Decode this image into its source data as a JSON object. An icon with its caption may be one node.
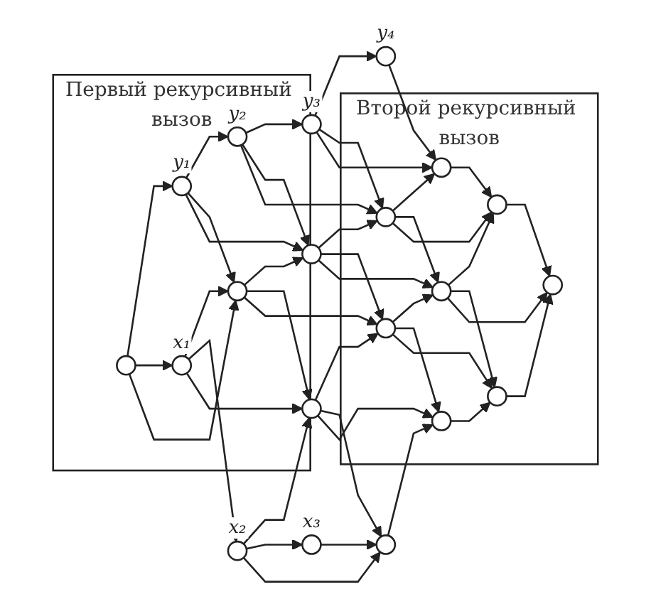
{
  "diagram": {
    "nodes": [
      {
        "text": [
          "Второй рекурсивный вызов"
        ]
      },
      {
        "text": [],
        "shape": "circle",
        "beside": [
          "x₃"
        ]
      },
      {
        "text": [],
        "shape": "circle"
      },
      {
        "text": [],
        "shape": "circle",
        "in": 0
      },
      {
        "text": [],
        "shape": "circle",
        "in": 0
      },
      {
        "text": [],
        "shape": "circle",
        "in": 0
      },
      {
        "text": [],
        "shape": "circle",
        "beside": [
          "x₂"
        ]
      },
      {
        "text": [],
        "shape": "circle"
      },
      {
        "text": [],
        "shape": "circle",
        "in": 0
      },
      {
        "text": [],
        "shape": "circle",
        "in": 0
      },
      {
        "text": [],
        "shape": "circle",
        "in": 0
      },
      {
        "text": [
          "Первый рекурсивный вызов"
        ]
      },
      {
        "text": [],
        "shape": "circle",
        "beside": [
          "x₁"
        ],
        "in": 11
      },
      {
        "text": [],
        "shape": "circle",
        "in": 11
      },
      {
        "text": [],
        "shape": "circle"
      },
      {
        "text": [],
        "shape": "circle",
        "in": 0
      },
      {
        "text": [],
        "shape": "circle",
        "in": 0
      },
      {
        "text": [],
        "shape": "circle",
        "in": 11
      },
      {
        "text": [],
        "shape": "circle",
        "beside": [
          "y₁"
        ],
        "in": 11
      },
      {
        "text": [],
        "shape": "circle",
        "beside": [
          "y₂"
        ],
        "in": 11
      },
      {
        "text": [],
        "shape": "circle",
        "beside": [
          "y₃"
        ]
      },
      {
        "text": [],
        "shape": "circle",
        "beside": [
          "y₄"
        ]
      }
    ],
    "edges": [
      {
        "from": 1,
        "to": 2,
        "arrow": "to"
      },
      {
        "from": 2,
        "to": 3,
        "arrow": "to"
      },
      {
        "from": 3,
        "to": 4,
        "arrow": "to"
      },
      {
        "from": 4,
        "to": 5,
        "arrow": "to"
      },
      {
        "from": 6,
        "to": 7,
        "arrow": "to"
      },
      {
        "from": 7,
        "to": 8,
        "arrow": "to"
      },
      {
        "from": 8,
        "to": 9,
        "arrow": "to"
      },
      {
        "from": 9,
        "to": 10,
        "arrow": "to"
      },
      {
        "from": 12,
        "to": 13,
        "arrow": "to"
      },
      {
        "from": 13,
        "to": 14,
        "arrow": "to"
      },
      {
        "from": 14,
        "to": 15,
        "arrow": "to"
      },
      {
        "from": 15,
        "to": 16,
        "arrow": "to"
      },
      {
        "from": 17,
        "to": 18,
        "arrow": "to"
      },
      {
        "from": 18,
        "to": 19,
        "arrow": "to"
      },
      {
        "from": 19,
        "to": 20,
        "arrow": "to"
      },
      {
        "from": 20,
        "to": 21,
        "arrow": "to"
      },
      {
        "from": 6,
        "to": 1,
        "arrow": "to"
      },
      {
        "from": 7,
        "to": 2,
        "arrow": "to"
      },
      {
        "from": 8,
        "to": 3,
        "arrow": "to"
      },
      {
        "from": 9,
        "to": 4,
        "arrow": "to"
      },
      {
        "from": 10,
        "to": 5,
        "arrow": "to"
      },
      {
        "from": 12,
        "to": 6,
        "arrow": "to"
      },
      {
        "from": 13,
        "to": 7,
        "arrow": "to"
      },
      {
        "from": 14,
        "to": 8,
        "arrow": "to"
      },
      {
        "from": 15,
        "to": 9,
        "arrow": "to"
      },
      {
        "from": 16,
        "to": 10,
        "arrow": "to"
      },
      {
        "from": 17,
        "to": 12,
        "arrow": "to"
      },
      {
        "from": 18,
        "to": 13,
        "arrow": "to"
      },
      {
        "from": 19,
        "to": 14,
        "arrow": "to"
      },
      {
        "from": 20,
        "to": 15,
        "arrow": "to"
      },
      {
        "from": 21,
        "to": 16,
        "arrow": "to"
      },
      {
        "from": 6,
        "to": 2,
        "arrow": "to"
      },
      {
        "from": 7,
        "to": 3,
        "arrow": "to"
      },
      {
        "from": 8,
        "to": 4,
        "arrow": "to"
      },
      {
        "from": 9,
        "to": 5,
        "arrow": "to"
      },
      {
        "from": 12,
        "to": 7,
        "arrow": "to"
      },
      {
        "from": 13,
        "to": 8,
        "arrow": "to"
      },
      {
        "from": 14,
        "to": 9,
        "arrow": "to"
      },
      {
        "from": 15,
        "to": 10,
        "arrow": "to"
      },
      {
        "from": 17,
        "to": 13,
        "arrow": "to"
      },
      {
        "from": 18,
        "to": 14,
        "arrow": "to"
      },
      {
        "from": 19,
        "to": 15,
        "arrow": "to"
      },
      {
        "from": 20,
        "to": 16,
        "arrow": "to"
      }
    ]
  }
}
